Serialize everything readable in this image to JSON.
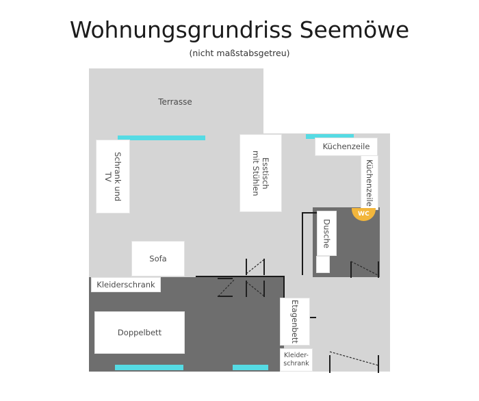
{
  "heading": {
    "title": "Wohnungsgrundriss Seemöwe",
    "subtitle": "(nicht maßstabsgetreu)"
  },
  "colors": {
    "floor_light": "#d5d5d5",
    "floor_dark": "#6e6e6e",
    "furniture_fill": "#ffffff",
    "window_cyan": "#55dbe4",
    "wall_black": "#1a1a1a",
    "wc_badge": "#f2b63c",
    "text": "#4a4a4a",
    "page_background": "#ffffff"
  },
  "rooms": [
    {
      "name": "terrasse",
      "label": "Terrasse"
    }
  ],
  "furniture": [
    {
      "name": "schrank-und-tv",
      "label": "Schrank und\nTV",
      "rotated": true
    },
    {
      "name": "esstisch",
      "label": "Esstisch\nmit Stühlen",
      "rotated": true
    },
    {
      "name": "kuechenzeile-top",
      "label": "Küchenzeile",
      "rotated": false
    },
    {
      "name": "kuechenzeile-right",
      "label": "Küchenzeile",
      "rotated": true
    },
    {
      "name": "dusche",
      "label": "Dusche",
      "rotated": true
    },
    {
      "name": "sofa",
      "label": "Sofa",
      "rotated": false
    },
    {
      "name": "kleiderschrank",
      "label": "Kleiderschrank",
      "rotated": false
    },
    {
      "name": "doppelbett",
      "label": "Doppelbett",
      "rotated": false
    },
    {
      "name": "etagenbett",
      "label": "Etagenbett",
      "rotated": true
    },
    {
      "name": "kleiderschrank-klein",
      "label": "Kleider-\nschrank",
      "rotated": false
    },
    {
      "name": "waschbecken",
      "label": "",
      "rotated": false
    }
  ],
  "badges": [
    {
      "name": "wc-badge",
      "label": "WC"
    }
  ],
  "windows": [
    {
      "name": "window-terrasse"
    },
    {
      "name": "window-kueche"
    },
    {
      "name": "window-schlafzimmer-links"
    },
    {
      "name": "window-schlafzimmer-rechts"
    }
  ],
  "doors": [
    {
      "name": "door-flur-links"
    },
    {
      "name": "door-flur-oben"
    },
    {
      "name": "door-flur-unten"
    },
    {
      "name": "door-bad"
    },
    {
      "name": "door-kinderzimmer"
    }
  ]
}
